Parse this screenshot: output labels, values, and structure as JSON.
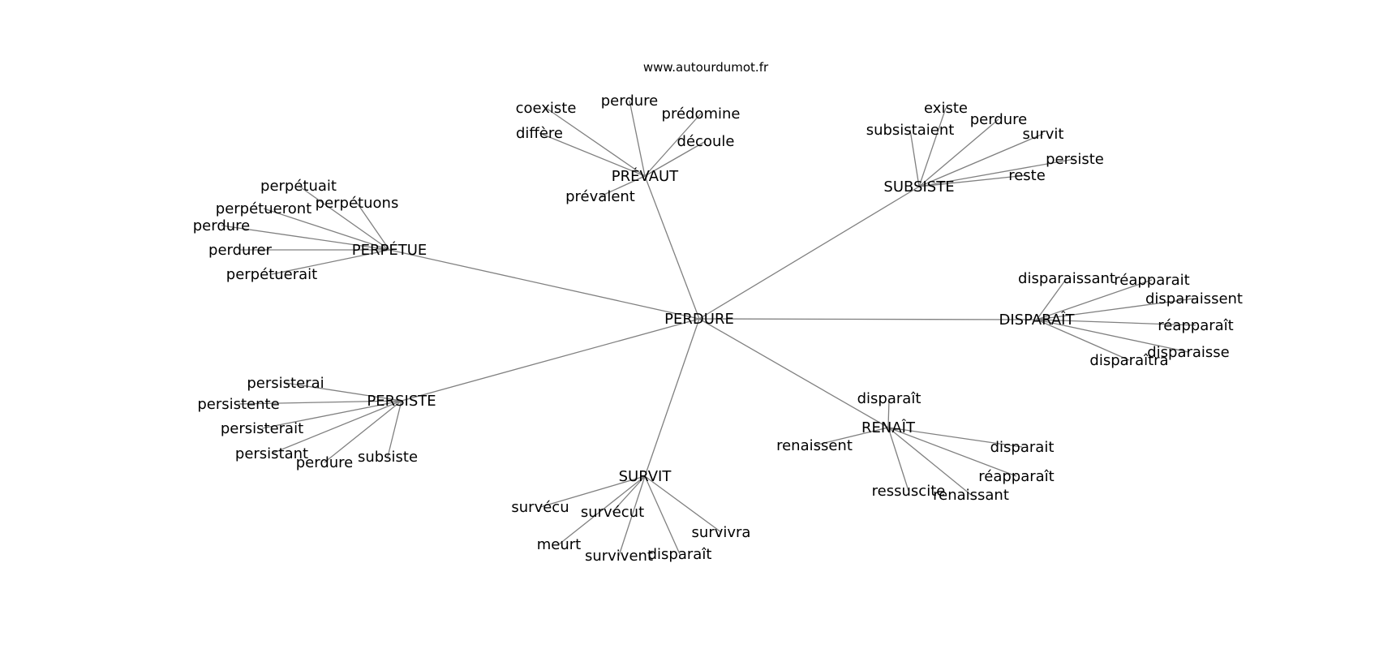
{
  "source": "www.autourdumot.fr",
  "center": "PERDURE",
  "hubs": [
    {
      "id": "perpetue",
      "label": "PERPÉTUE",
      "leaves": [
        "perpétuait",
        "perpétuons",
        "perpétueront",
        "perdure",
        "perdurer",
        "perpétuerait"
      ]
    },
    {
      "id": "prevaut",
      "label": "PRÉVAUT",
      "leaves": [
        "perdure",
        "coexiste",
        "prédomine",
        "diffère",
        "découle",
        "prévalent"
      ]
    },
    {
      "id": "subsiste",
      "label": "SUBSISTE",
      "leaves": [
        "existe",
        "subsistaient",
        "perdure",
        "survit",
        "persiste",
        "reste"
      ]
    },
    {
      "id": "disparait",
      "label": "DISPARAÎT",
      "leaves": [
        "disparaissant",
        "réapparait",
        "disparaissent",
        "réapparaît",
        "disparaisse",
        "disparaîtra"
      ]
    },
    {
      "id": "renait",
      "label": "RENAÎT",
      "leaves": [
        "disparaît",
        "renaissent",
        "disparait",
        "réapparaît",
        "ressuscite",
        "renaissant"
      ]
    },
    {
      "id": "survit",
      "label": "SURVIT",
      "leaves": [
        "survécu",
        "survécut",
        "survivra",
        "meurt",
        "survivent",
        "disparaît"
      ]
    },
    {
      "id": "persiste",
      "label": "PERSISTE",
      "leaves": [
        "persisterai",
        "persistente",
        "persisterait",
        "persistant",
        "perdure",
        "subsiste"
      ]
    }
  ]
}
